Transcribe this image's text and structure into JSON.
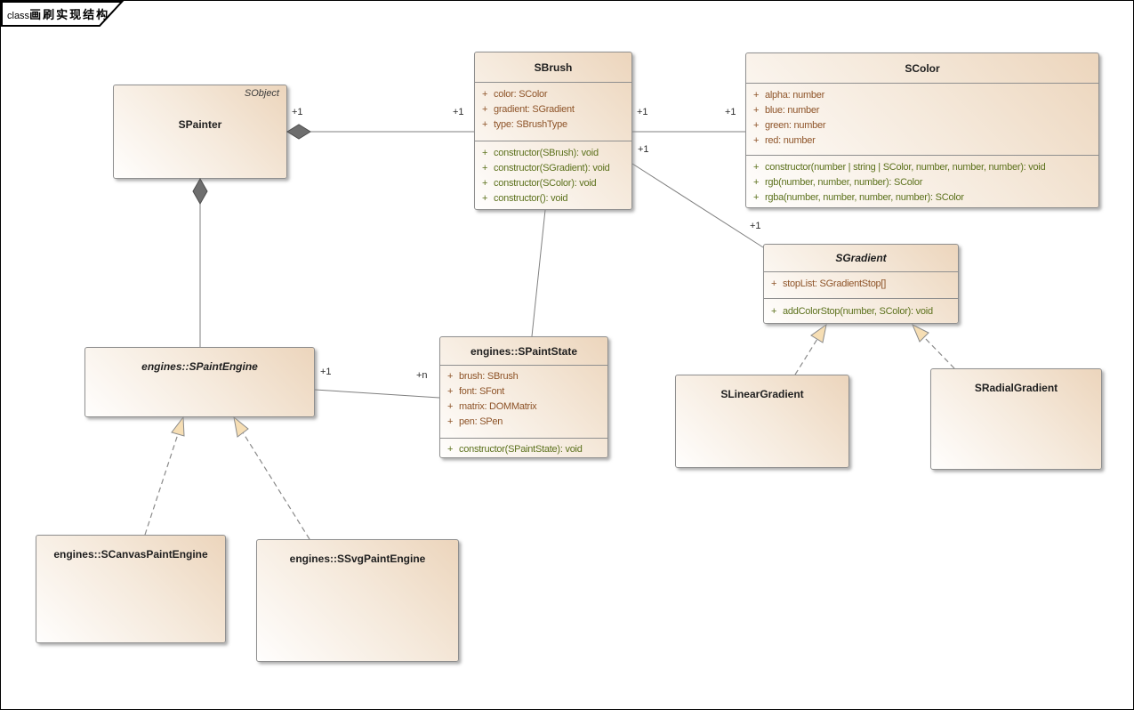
{
  "frame": {
    "kind": "class",
    "title": "画刷实现结构"
  },
  "colors": {
    "box_fill_dark": "#ecd5bc",
    "box_fill_light": "#fffefd",
    "box_border": "#8f8f8f",
    "attribute_text": "#8e5429",
    "operation_text": "#5c711c",
    "composition_diamond": "#6e6e6e",
    "generalization_arrow_fill": "#f6deb4",
    "connector_line": "#7f7f7f"
  },
  "classes": {
    "spainter": {
      "name": "SPainter",
      "stereotype": "SObject"
    },
    "sbrush": {
      "name": "SBrush",
      "attrs": [
        {
          "v": "+",
          "t": "color: SColor"
        },
        {
          "v": "+",
          "t": "gradient: SGradient"
        },
        {
          "v": "+",
          "t": "type: SBrushType"
        }
      ],
      "ops": [
        {
          "v": "+",
          "t": "constructor(SBrush): void"
        },
        {
          "v": "+",
          "t": "constructor(SGradient): void"
        },
        {
          "v": "+",
          "t": "constructor(SColor): void"
        },
        {
          "v": "+",
          "t": "constructor(): void"
        }
      ]
    },
    "scolor": {
      "name": "SColor",
      "attrs": [
        {
          "v": "+",
          "t": "alpha: number"
        },
        {
          "v": "+",
          "t": "blue: number"
        },
        {
          "v": "+",
          "t": "green: number"
        },
        {
          "v": "+",
          "t": "red: number"
        }
      ],
      "ops": [
        {
          "v": "+",
          "t": "constructor(number | string | SColor, number, number, number): void"
        },
        {
          "v": "+",
          "t": "rgb(number, number, number): SColor"
        },
        {
          "v": "+",
          "t": "rgba(number, number, number, number): SColor"
        }
      ]
    },
    "sgradient": {
      "name": "SGradient",
      "attrs": [
        {
          "v": "+",
          "t": "stopList: SGradientStop[]"
        }
      ],
      "ops": [
        {
          "v": "+",
          "t": "addColorStop(number, SColor): void"
        }
      ]
    },
    "spaintengine": {
      "name": "engines::SPaintEngine"
    },
    "spaintstate": {
      "name": "engines::SPaintState",
      "attrs": [
        {
          "v": "+",
          "t": "brush: SBrush"
        },
        {
          "v": "+",
          "t": "font: SFont"
        },
        {
          "v": "+",
          "t": "matrix: DOMMatrix"
        },
        {
          "v": "+",
          "t": "pen: SPen"
        }
      ],
      "ops": [
        {
          "v": "+",
          "t": "constructor(SPaintState): void"
        }
      ]
    },
    "slineargradient": {
      "name": "SLinearGradient"
    },
    "sradialgradient": {
      "name": "SRadialGradient"
    },
    "scanvaspaintengine": {
      "name": "engines::SCanvasPaintEngine"
    },
    "ssvgpaintengine": {
      "name": "engines::SSvgPaintEngine"
    }
  },
  "connectors": [
    {
      "type": "composition",
      "from": "SPainter",
      "to": "SBrush",
      "source_label": "+1",
      "target_label": "+1"
    },
    {
      "type": "association",
      "from": "SBrush",
      "to": "SColor",
      "source_label": "+1",
      "target_label": "+1"
    },
    {
      "type": "association",
      "from": "SBrush",
      "to": "SGradient",
      "source_label": "+1",
      "target_label": "+1"
    },
    {
      "type": "composition",
      "from": "SPainter",
      "to": "engines::SPaintEngine",
      "source_label": "",
      "target_label": ""
    },
    {
      "type": "association",
      "from": "engines::SPaintEngine",
      "to": "engines::SPaintState",
      "source_label": "+1",
      "target_label": "+n"
    },
    {
      "type": "association",
      "from": "SBrush",
      "to": "engines::SPaintState",
      "source_label": "",
      "target_label": ""
    },
    {
      "type": "realization",
      "from": "SLinearGradient",
      "to": "SGradient"
    },
    {
      "type": "realization",
      "from": "SRadialGradient",
      "to": "SGradient"
    },
    {
      "type": "realization",
      "from": "engines::SCanvasPaintEngine",
      "to": "engines::SPaintEngine"
    },
    {
      "type": "realization",
      "from": "engines::SSvgPaintEngine",
      "to": "engines::SPaintEngine"
    }
  ]
}
